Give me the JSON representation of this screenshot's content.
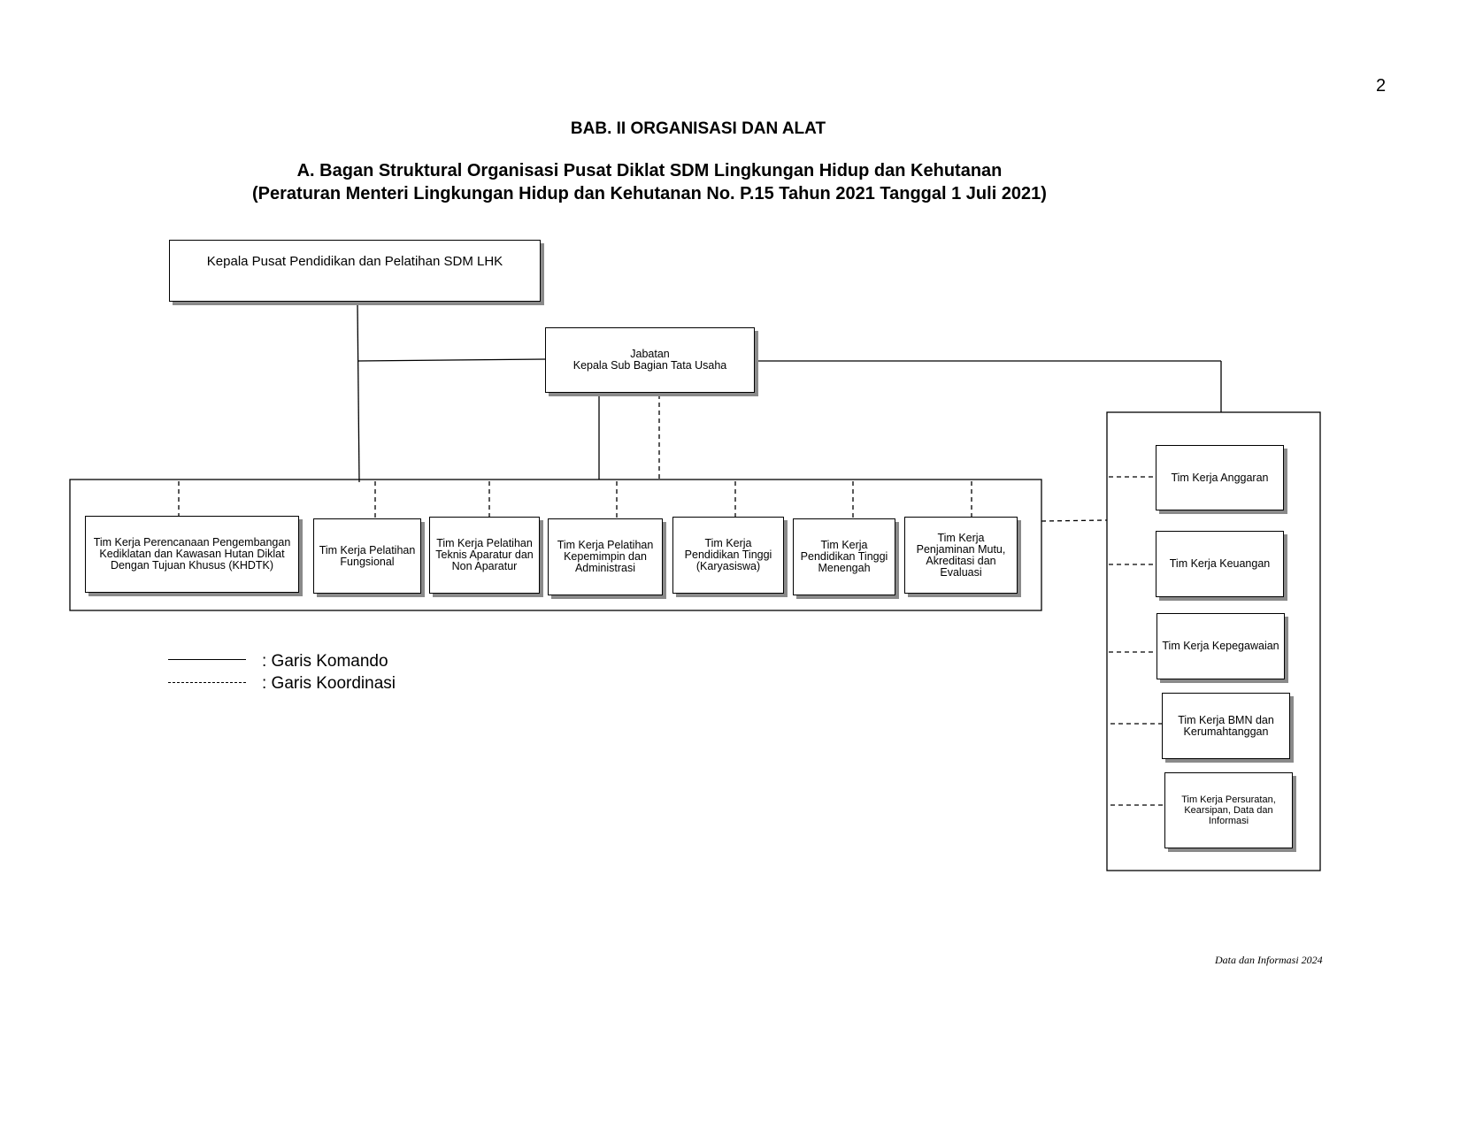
{
  "page_number": "2",
  "chapter_title": "BAB. II ORGANISASI DAN ALAT",
  "subtitle_line1": "A. Bagan Struktural  Organisasi  Pusat  Diklat SDM Lingkungan  Hidup  dan  Kehutanan",
  "subtitle_line2": "(Peraturan Menteri Lingkungan Hidup dan Kehutanan No. P.15 Tahun 2021 Tanggal 1 Juli 2021)",
  "chart": {
    "head": "Kepala Pusat Pendidikan dan Pelatihan SDM LHK",
    "admin_line1": "Jabatan",
    "admin_line2": "Kepala Sub Bagian Tata Usaha",
    "teams": [
      "Tim Kerja Perencanaan Pengembangan Kediklatan dan Kawasan Hutan Diklat Dengan Tujuan Khusus (KHDTK)",
      "Tim Kerja Pelatihan Fungsional",
      "Tim Kerja Pelatihan Teknis Aparatur dan Non Aparatur",
      "Tim Kerja Pelatihan Kepemimpin dan Administrasi",
      "Tim Kerja Pendidikan Tinggi (Karyasiswa)",
      "Tim Kerja Pendidikan Tinggi Menengah",
      "Tim Kerja Penjaminan Mutu, Akreditasi dan Evaluasi"
    ],
    "admin_teams": [
      "Tim Kerja Anggaran",
      "Tim Kerja Keuangan",
      "Tim Kerja Kepegawaian",
      "Tim Kerja BMN dan Kerumahtanggan",
      "Tim Kerja Persuratan, Kearsipan, Data dan Informasi"
    ]
  },
  "legend": {
    "command_line": ":   Garis Komando",
    "coordination_line": ":   Garis Koordinasi"
  },
  "footer": "Data dan Informasi 2024"
}
